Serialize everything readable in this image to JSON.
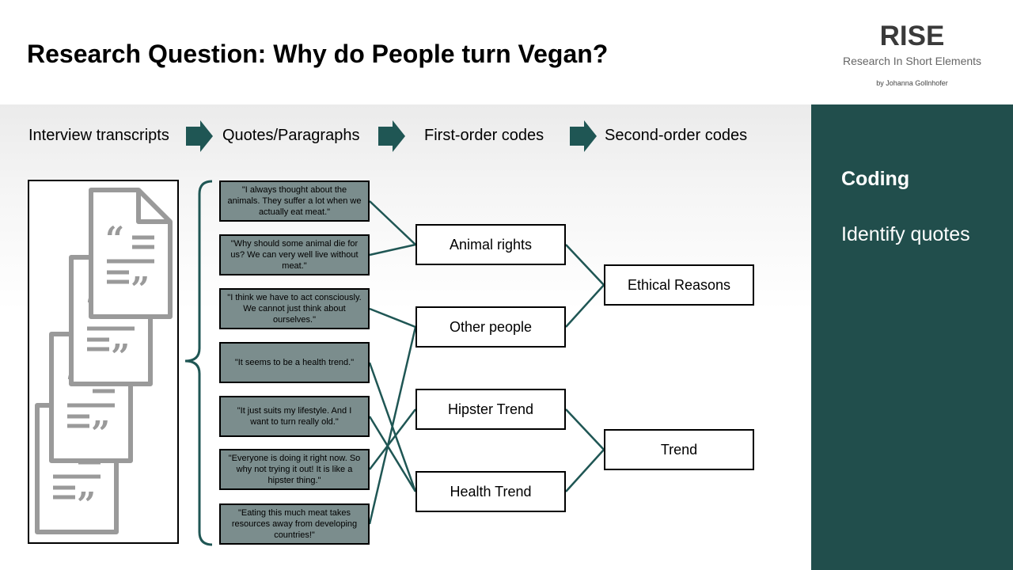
{
  "title": "Research Question: Why do People turn Vegan?",
  "logo": {
    "main": "RISE",
    "subtitle": "Research In Short Elements",
    "byline": "by Johanna Gollnhofer"
  },
  "side_panel": {
    "heading": "Coding",
    "subheading": "Identify quotes"
  },
  "stages": [
    "Interview transcripts",
    "Quotes/Paragraphs",
    "First-order codes",
    "Second-order codes"
  ],
  "quotes": [
    "\"I always thought about the animals. They suffer a lot when we actually eat meat.\"",
    "\"Why should some animal die for us? We can very well live without meat.\"",
    "\"I think we have to act consciously. We cannot just think about ourselves.\"",
    "\"It seems to be a health trend.\"",
    "\"It just suits my lifestyle. And I want to turn really old.\"",
    "\"Everyone is doing it right now. So why not trying it out! It is like a hipster thing.\"",
    "\"Eating this much meat takes resources away from developing countries!\""
  ],
  "first_order_codes": [
    "Animal rights",
    "Other people",
    "Hipster Trend",
    "Health Trend"
  ],
  "second_order_codes": [
    "Ethical Reasons",
    "Trend"
  ],
  "links_quote_to_first": [
    [
      0,
      0
    ],
    [
      1,
      0
    ],
    [
      2,
      1
    ],
    [
      3,
      3
    ],
    [
      4,
      3
    ],
    [
      5,
      2
    ],
    [
      6,
      1
    ]
  ],
  "links_first_to_second": [
    [
      0,
      0
    ],
    [
      1,
      0
    ],
    [
      2,
      1
    ],
    [
      3,
      1
    ]
  ],
  "colors": {
    "panel": "#214e4c",
    "quote_fill": "#7b8d8d",
    "connector": "#1f5654",
    "arrow": "#1f5654",
    "document_icon": "#9a9a9a"
  },
  "icons": [
    "document-quote-icon",
    "chevron-arrow-icon",
    "curly-brace-icon"
  ]
}
